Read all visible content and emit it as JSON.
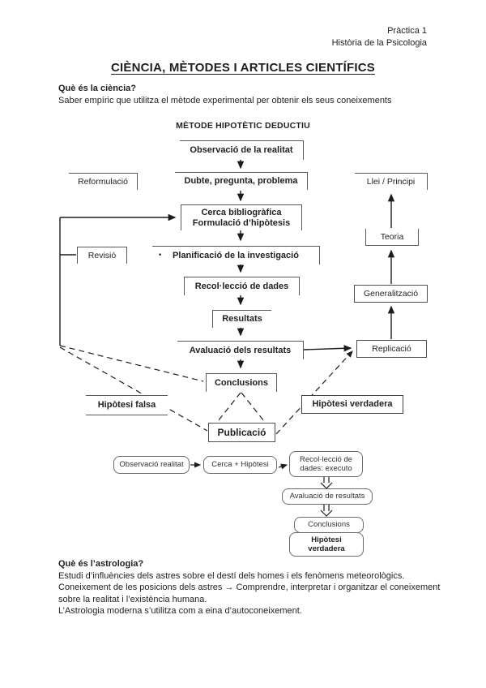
{
  "header": {
    "line1": "Pràctica 1",
    "line2": "Història de la Psicologia"
  },
  "title": "CIÈNCIA, MÈTODES I ARTICLES CIENTÍFICS",
  "intro": {
    "question": "Què és la ciència?",
    "answer": "Saber empíric que utilitza el mètode experimental per obtenir els seus coneixements"
  },
  "diagram": {
    "title": "MÈTODE HIPOTÈTIC DEDUCTIU",
    "boxes": {
      "observacio": "Observació de la realitat",
      "dubte": "Dubte, pregunta, problema",
      "reformulacio": "Reformulació",
      "llei": "Llei / Principi",
      "cerca_1": "Cerca bibliogràfica",
      "cerca_2": "Formulació d’hipòtesis",
      "revisio": "Revisió",
      "planificacio": "Planificació de la investigació",
      "bullet": "•",
      "teoria": "Teoria",
      "recolleccio": "Recol·lecció de dades",
      "generalitzacio": "Generalització",
      "resultats": "Resultats",
      "avaluacio": "Avaluació dels resultats",
      "replicacio": "Replicació",
      "conclusions": "Conclusions",
      "hipotesi_falsa": "Hipòtesi falsa",
      "hipotesi_verdadera": "Hipòtesi verdadera",
      "publicacio": "Publicació"
    }
  },
  "mini": {
    "observacio": "Observació realitat",
    "cerca": "Cerca + Hipòtesi",
    "recolleccio_1": "Recol·lecció de",
    "recolleccio_2": "dades: executo",
    "avaluacio": "Avaluació de resultats",
    "conclusions": "Conclusions",
    "hipotesi_1": "Hipòtesi",
    "hipotesi_2": "verdadera"
  },
  "astrologia": {
    "question": "Què és l’astrologia?",
    "line1": "Estudi d’influències dels astres sobre el destí dels homes i els fenòmens meteorològics.",
    "line2": "Coneixement de les posicions dels astres → Comprendre, interpretar i organitzar el coneixement sobre la realitat i l’existència humana.",
    "line3": "L’Astrologia moderna s’utilitza com a eina d’autoconeixement."
  },
  "colors": {
    "ink": "#1f1f1f",
    "border": "#595959",
    "background": "#ffffff"
  }
}
